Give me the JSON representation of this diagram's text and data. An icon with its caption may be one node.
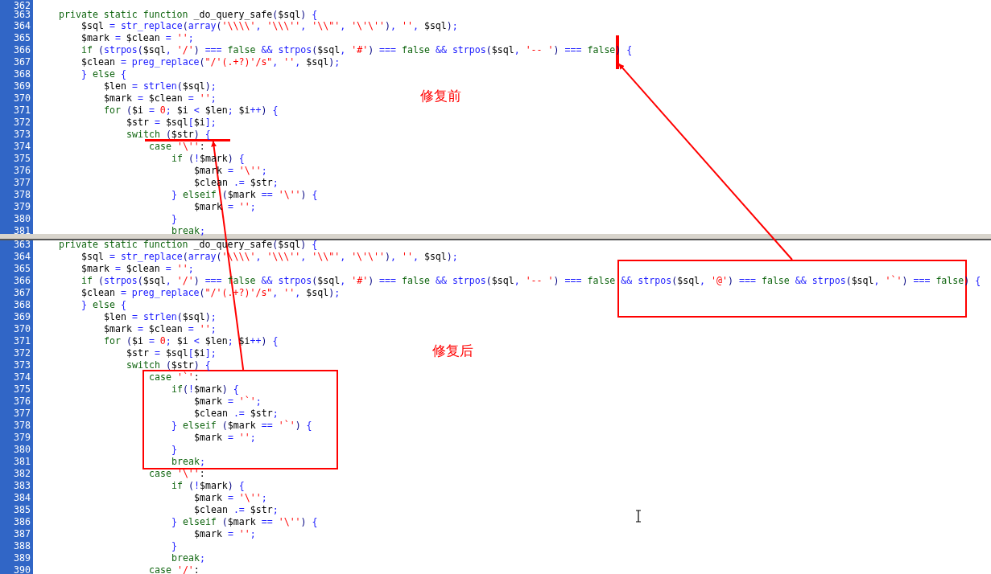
{
  "diagram": {
    "nodes": [
      {
        "text": [],
        "shape": "bar"
      },
      {
        "text": [],
        "shape": "bar"
      },
      {
        "text": [],
        "shape": "box"
      },
      {
        "text": [],
        "shape": "box"
      }
    ],
    "edges": [
      {
        "from": 2,
        "to": 0,
        "arrow": "to"
      },
      {
        "from": 3,
        "to": 1,
        "arrow": "to"
      }
    ],
    "labels": [
      "362",
      "363",
      "private static function _do_query_safe($sql) {",
      "364",
      "$sql = str_replace(array('\\\\\\\\', '\\\\\\'', '\\\\\"', '\\'\\''), '', $sql);",
      "365",
      "$mark = $clean = '';",
      "366",
      "if (strpos($sql, '/') === false && strpos($sql, '#') === false && strpos($sql, '-- ') === false) {",
      "367",
      "$clean = preg_replace(\"/'(.+?)'/s\", '', $sql);",
      "368",
      "} else {",
      "369",
      "$len = strlen($sql);",
      "370",
      "$mark = $clean = '';",
      "371",
      "for ($i = 0; $i < $len; $i++) {",
      "372",
      "$str = $sql[$i];",
      "373",
      "switch ($str) {",
      "374",
      "case '\\'':",
      "375",
      "if (!$mark) {",
      "376",
      "$mark = '\\'';",
      "377",
      "$clean .= $str;",
      "378",
      "} elseif ($mark == '\\'') {",
      "379",
      "$mark = '';",
      "380",
      "}",
      "381",
      "break;",
      "修复前",
      "363",
      "private static function _do_query_safe($sql) {",
      "364",
      "$sql = str_replace(array('\\\\\\\\', '\\\\\\'', '\\\\\"', '\\'\\''), '', $sql);",
      "365",
      "$mark = $clean = '';",
      "366",
      "if (strpos($sql, '/') === false && strpos($sql, '#') === false && strpos($sql, '-- ') === false && strpos($sql, '@') === false && strpos($sql, '`') === false) {",
      "367",
      "$clean = preg_replace(\"/'(.+?)'/s\", '', $sql);",
      "368",
      "} else {",
      "369",
      "$len = strlen($sql);",
      "370",
      "$mark = $clean = '';",
      "371",
      "for ($i = 0; $i < $len; $i++) {",
      "372",
      "$str = $sql[$i];",
      "373",
      "switch ($str) {",
      "374",
      "case '`':",
      "375",
      "if(!$mark) {",
      "376",
      "$mark = '`';",
      "377",
      "$clean .= $str;",
      "378",
      "} elseif ($mark == '`') {",
      "379",
      "$mark = '';",
      "380",
      "}",
      "381",
      "break;",
      "382",
      "case '\\'':",
      "383",
      "if (!$mark) {",
      "384",
      "$mark = '\\'';",
      "385",
      "$clean .= $str;",
      "386",
      "} elseif ($mark == '\\'') {",
      "387",
      "$mark = '';",
      "388",
      "}",
      "389",
      "break;",
      "390",
      "case '/':",
      "修复后"
    ]
  }
}
